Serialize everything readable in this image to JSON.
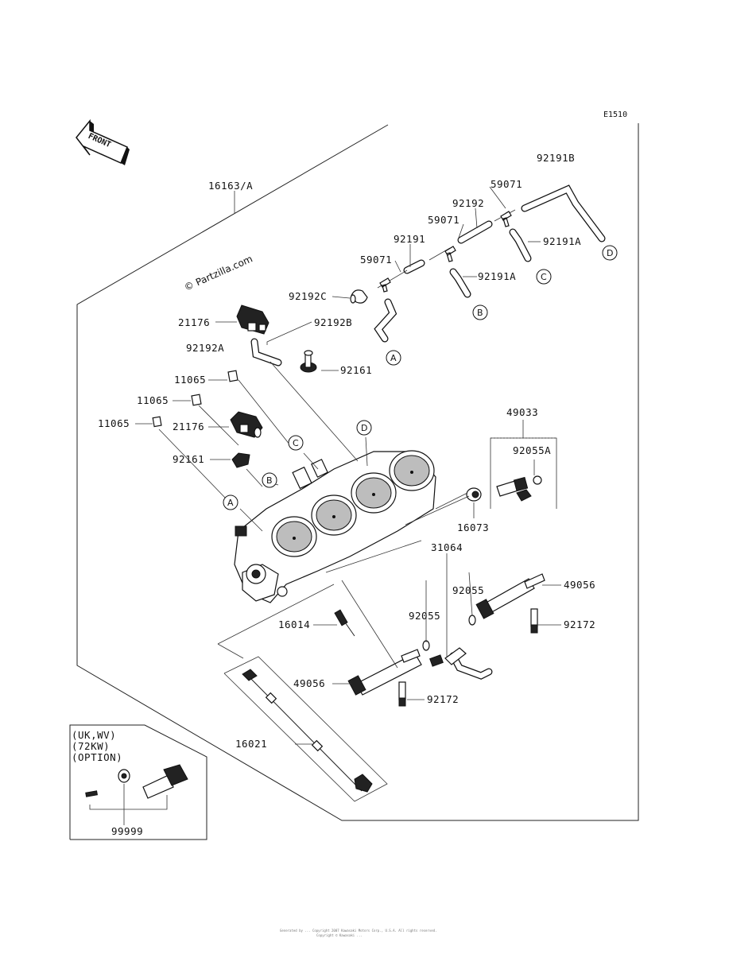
{
  "diagram_code": "E1510",
  "front_marker": "FRONT",
  "watermark": "© Partzilla.com",
  "footer_line1": "Generated by ... Copyright 2007 Kawasaki Motors Corp., U.S.A. All rights reserved.",
  "footer_line2": "Copyright © Kawasaki ...",
  "option_box": {
    "line1": "(UK,WV)",
    "line2": "(72KW)",
    "line3": "(OPTION)",
    "part": "99999"
  },
  "callouts": {
    "A": "A",
    "B": "B",
    "C": "C",
    "D": "D"
  },
  "labels": {
    "p16163A": "16163/A",
    "p92191B": "92191B",
    "p59071_1": "59071",
    "p92192": "92192",
    "p59071_2": "59071",
    "p92191A_1": "92191A",
    "p92191": "92191",
    "p59071_3": "59071",
    "p92191A_2": "92191A",
    "p92192C": "92192C",
    "p21176_1": "21176",
    "p92192B": "92192B",
    "p92192A": "92192A",
    "p92161_1": "92161",
    "p11065_1": "11065",
    "p11065_2": "11065",
    "p11065_3": "11065",
    "p21176_2": "21176",
    "p92161_2": "92161",
    "p49033": "49033",
    "p92055A": "92055A",
    "p16073": "16073",
    "p31064": "31064",
    "p92055_1": "92055",
    "p49056_1": "49056",
    "p92055_2": "92055",
    "p92172_1": "92172",
    "p16014": "16014",
    "p49056_2": "49056",
    "p92172_2": "92172",
    "p16021": "16021"
  }
}
